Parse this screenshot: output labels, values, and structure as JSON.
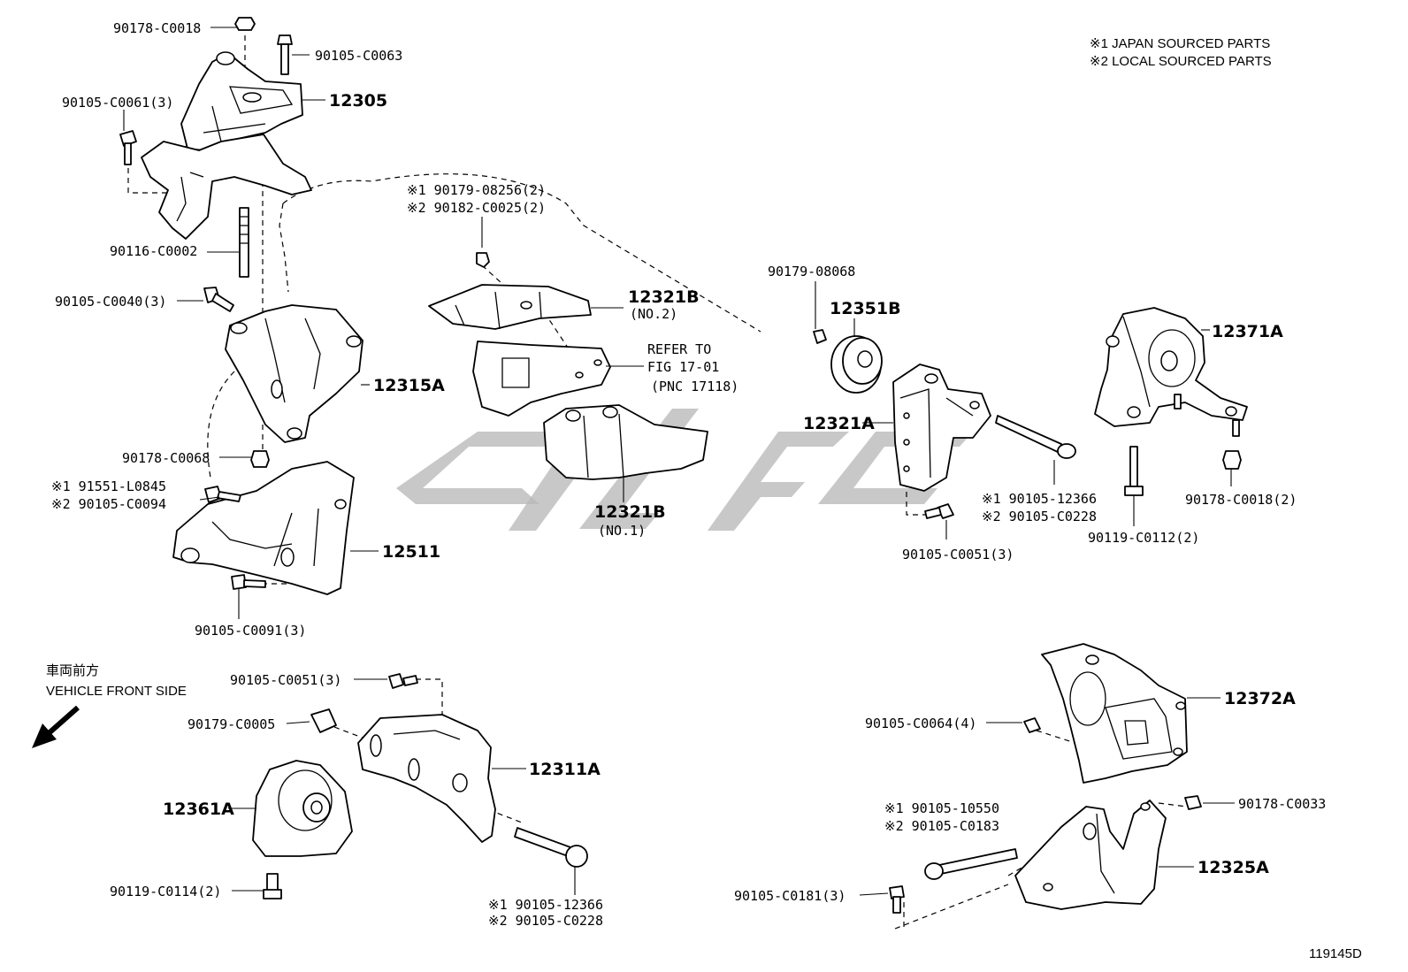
{
  "legend": {
    "line1": "※1 JAPAN SOURCED PARTS",
    "line2": "※2 LOCAL SOURCED PARTS"
  },
  "front_side": {
    "jp": "車両前方",
    "en": "VEHICLE FRONT SIDE"
  },
  "diagram_id": "119145D",
  "refer": {
    "line1": "REFER TO",
    "line2": "FIG 17-01",
    "line3": "(PNC 17118)"
  },
  "labels": {
    "p90178_c0018_top": "90178-C0018",
    "p90105_c0063": "90105-C0063",
    "p90105_c0061": "90105-C0061(3)",
    "p12305": "12305",
    "p90116_c0002": "90116-C0002",
    "p90105_c0040": "90105-C0040(3)",
    "p12315a": "12315A",
    "p90178_c0068": "90178-C0068",
    "p91551_l0845": "※1 91551-L0845",
    "p90105_c0094": "※2 90105-C0094",
    "p12511": "12511",
    "p90105_c0091": "90105-C0091(3)",
    "p90179_08256": "※1 90179-08256(2)",
    "p90182_c0025": "※2 90182-C0025(2)",
    "p12321b_no2": "12321B",
    "p12321b_no2_sub": "(NO.2)",
    "p12321b_no1": "12321B",
    "p12321b_no1_sub": "(NO.1)",
    "p90179_08068": "90179-08068",
    "p12351b": "12351B",
    "p12321a": "12321A",
    "p90105_12366_r": "※1  90105-12366",
    "p90105_c0228_r": "※2  90105-C0228",
    "p90105_c0051_r": "90105-C0051(3)",
    "p12371a": "12371A",
    "p90178_c0018_r": "90178-C0018(2)",
    "p90119_c0112": "90119-C0112(2)",
    "p90105_c0051_b": "90105-C0051(3)",
    "p90179_c0005": "90179-C0005",
    "p12311a": "12311A",
    "p12361a": "12361A",
    "p90119_c0114": "90119-C0114(2)",
    "p90105_12366_b": "※1  90105-12366",
    "p90105_c0228_b": "※2  90105-C0228",
    "p12372a": "12372A",
    "p90105_c0064": "90105-C0064(4)",
    "p90178_c0033": "90178-C0033",
    "p90105_10550": "※1 90105-10550",
    "p90105_c0183": "※2 90105-C0183",
    "p12325a": "12325A",
    "p90105_c0181": "90105-C0181(3)"
  }
}
